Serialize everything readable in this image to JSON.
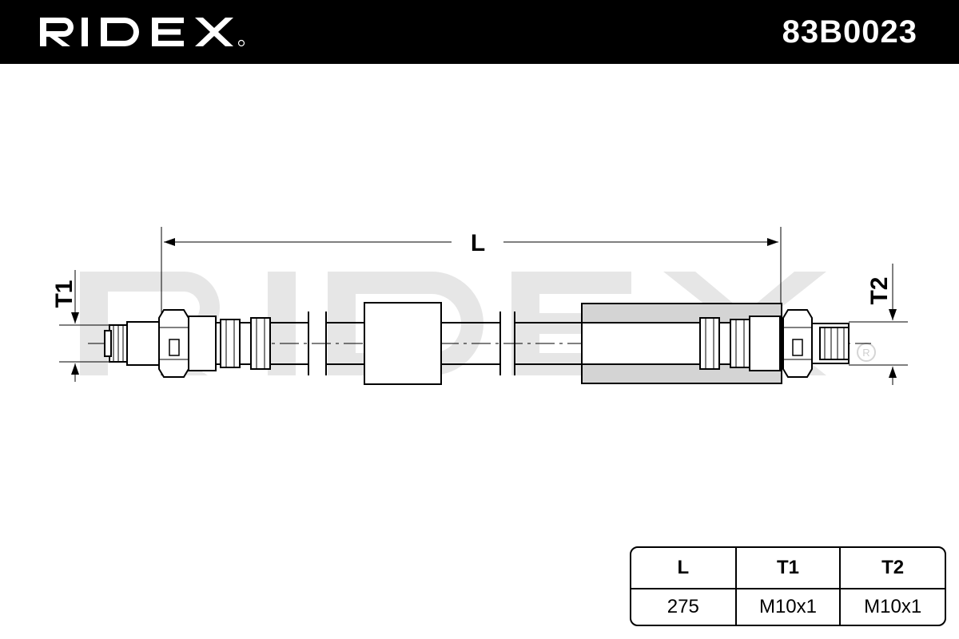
{
  "header": {
    "brand": "RIDEX",
    "part_number": "83B0023"
  },
  "colors": {
    "header_bg": "#000000",
    "text": "#000000",
    "watermark": "#e5e5e5",
    "shade": "#d6d6d6"
  },
  "drawing": {
    "dimension_L": "L",
    "dimension_T1": "T1",
    "dimension_T2": "T2"
  },
  "spec_table": {
    "headers": [
      "L",
      "T1",
      "T2"
    ],
    "values": [
      "275",
      "M10x1",
      "M10x1"
    ]
  }
}
